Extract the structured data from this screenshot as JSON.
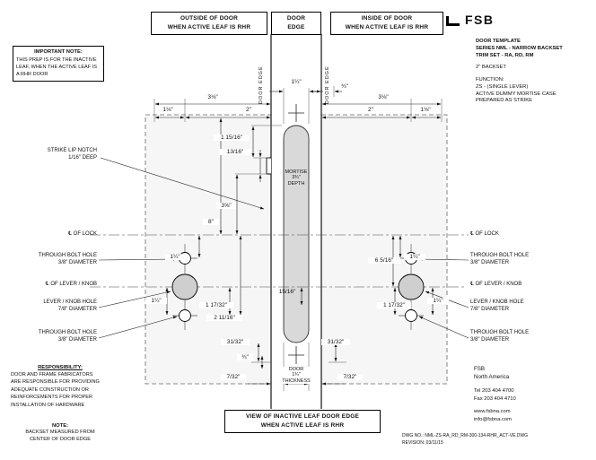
{
  "brand": {
    "logo_text": "FSB"
  },
  "top_labels": {
    "outside": "OUTSIDE OF DOOR\nWHEN ACTIVE LEAF IS RHR",
    "door_edge": "DOOR\nEDGE",
    "inside": "INSIDE OF DOOR\nWHEN ACTIVE LEAF IS RHR"
  },
  "title_block": {
    "title": "DOOR TEMPLATE",
    "series": "SERIES NML - NARROW BACKSET",
    "trim_set": "TRIM SET - RA, RD, RM",
    "backset": "2\" BACKSET",
    "function_heading": "FUNCTION:",
    "function_details": "ZS - (SINGLE LEVER)\nACTIVE DUMMY MORTISE CASE\nPREPARED AS STRIKE"
  },
  "important_note": {
    "heading": "IMPORTANT NOTE:",
    "body": "THIS PREP IS FOR THE INACTIVE\nLEAF, WHEN THE ACTIVE LEAF IS\nA RHR DOOR"
  },
  "rotated_labels": {
    "door_edge_left": "DOOR EDGE",
    "door_edge_right": "DOOR EDGE"
  },
  "callouts": {
    "left": {
      "strike_lip_notch": "STRIKE LIP NOTCH\n1/16\" DEEP",
      "cl_of_lock": "℄ OF LOCK",
      "through_bolt_top": "THROUGH BOLT HOLE\n3/8\" DIAMETER",
      "cl_of_lever": "℄ OF LEVER / KNOB",
      "lever_knob_hole": "LEVER / KNOB HOLE\n7/8\" DIAMETER",
      "through_bolt_bottom": "THROUGH BOLT HOLE\n3/8\" DIAMETER"
    },
    "right": {
      "cl_of_lock": "℄ OF LOCK",
      "through_bolt_top": "THROUGH BOLT HOLE\n3/8\" DIAMETER",
      "cl_of_lever": "℄ OF LEVER / KNOB",
      "lever_knob_hole": "LEVER / KNOB HOLE\n7/8\" DIAMETER",
      "through_bolt_bottom": "THROUGH BOLT HOLE\n3/8\" DIAMETER"
    }
  },
  "dimensions": {
    "mortise_width": "1¼\"",
    "edge_top_right": "¾\"",
    "left_total": "3⅛\"",
    "left_outer": "1⅛\"",
    "left_backset": "2\"",
    "right_total": "3⅛\"",
    "right_backset": "2\"",
    "right_outer": "1⅛\"",
    "notch_offset": "1 15/16\"",
    "notch_height": "13/16\"",
    "mortise_depth": "MORTISE\n3¾\"\nDEPTH",
    "lock_upper": "3⅝\"",
    "lock_height": "8\"",
    "right_lock_to_lever": "6 5/16\"",
    "left_lock_to_bolt": "1¼\"",
    "left_lever_to_bolt": "1¼\"",
    "left_lever_offset": "1 17/32\"",
    "left_lower": "2 11/16\"",
    "right_lock_to_bolt": "1¼\"",
    "right_lever_offset": "1 17/32\"",
    "right_lever_to_bolt": "1¼\"",
    "mortise_lower": "15/16\"",
    "bottom_left_gap": "31/32\"",
    "bottom_right_gap": "31/32\"",
    "bottom_small": "¾\"",
    "face_gap_left": "7/32\"",
    "face_gap_right": "7/32\"",
    "door_thickness": "DOOR\n1¾\"\nTHICKNESS"
  },
  "view_label": "VIEW OF INACTIVE LEAF DOOR EDGE\nWHEN ACTIVE LEAF IS RHR",
  "responsibility_note": {
    "heading": "RESPONSIBILITY:",
    "body": "DOOR AND FRAME FABRICATORS\nARE RESPONSIBLE FOR PROVIDING\nADEQUATE CONSTRUCTION OR\nREINFORCEMENTS FOR PROPER\nINSTALLATION OF HARDWARE"
  },
  "backset_note": {
    "heading": "NOTE:",
    "body": "BACKSET MEASURED FROM\nCENTER OF DOOR EDGE"
  },
  "footer": {
    "company": "FSB\nNorth America",
    "tel": "Tel 203 404 4700",
    "fax": "Fax 203 404 4710",
    "web": "www.fsbna.com",
    "email": "info@fsbna.com",
    "dwg_no": "DWG NO.: NML-ZS-RA_RD_RM-300-134-RHR_ACT-VE.DWG",
    "revision": "REVISION: 03/11/15"
  }
}
